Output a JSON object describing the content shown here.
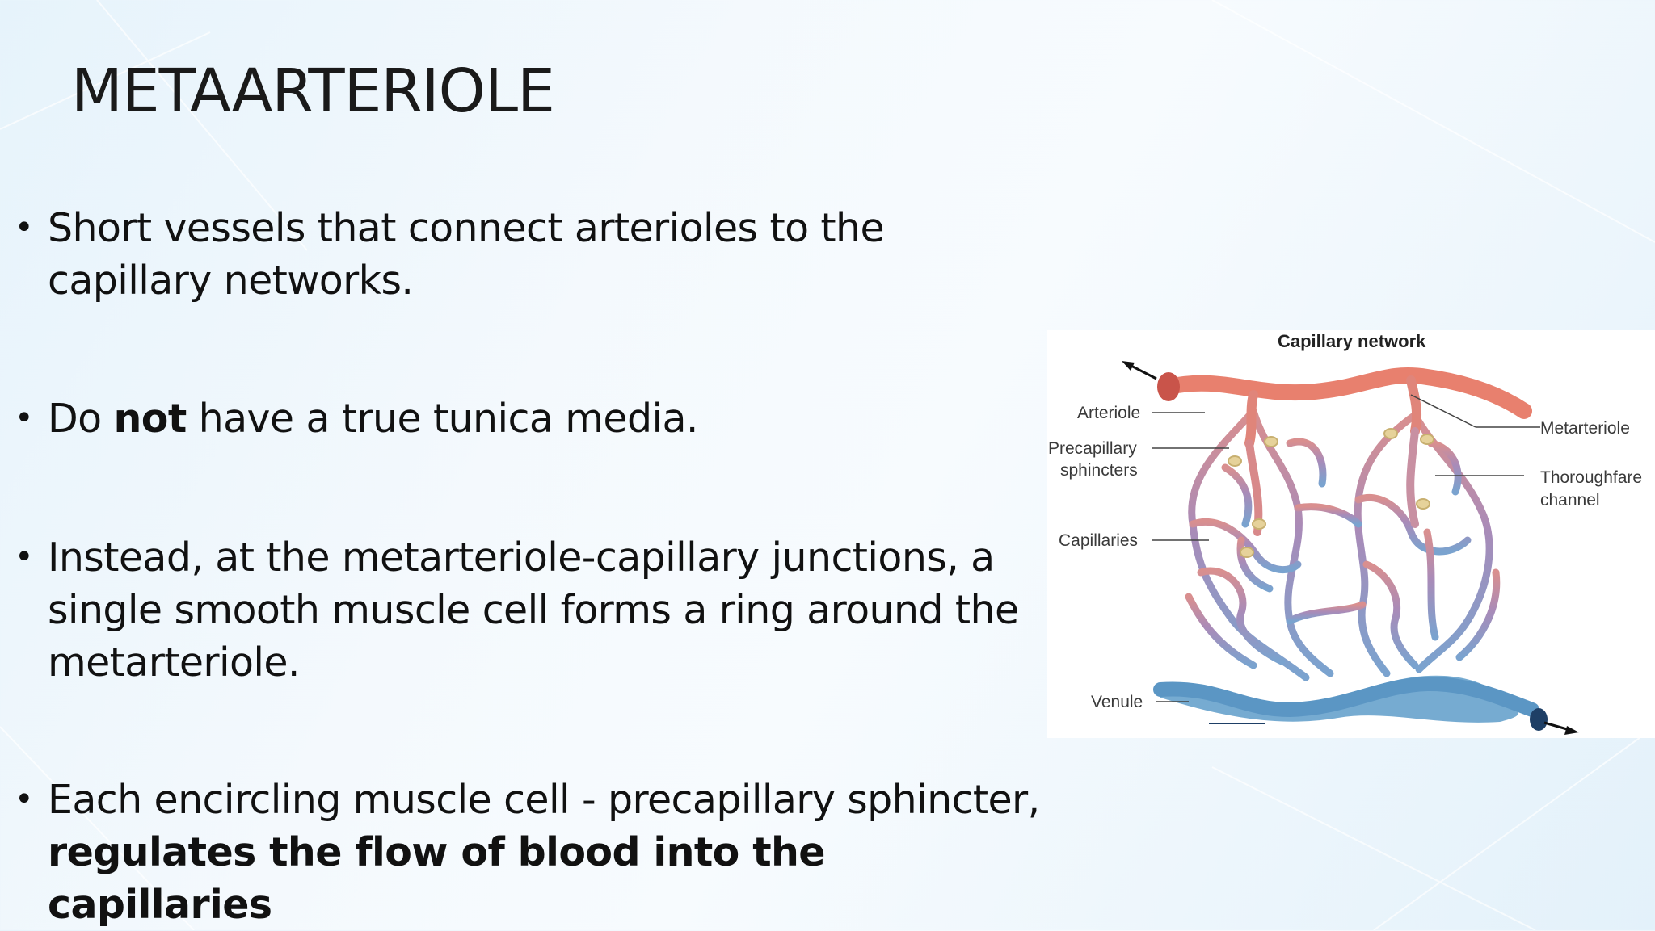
{
  "slide": {
    "title": "METAARTERIOLE",
    "bullets": [
      {
        "text": "Short vessels that connect arterioles to the capillary networks."
      },
      {
        "pre": "Do ",
        "bold": "not",
        "post": " have a true tunica media."
      },
      {
        "text": "Instead, at the metarteriole-capillary junctions, a single smooth muscle cell forms a ring around the metarteriole."
      },
      {
        "pre": "Each encircling muscle cell - precapillary sphincter,",
        "bold": "regulates the flow of blood into the capillaries"
      }
    ],
    "bullet_symbol": "•"
  },
  "figure": {
    "title": "Capillary network",
    "labels": {
      "arteriole": "Arteriole",
      "precapillary_line1": "Precapillary",
      "precapillary_line2": "sphincters",
      "capillaries": "Capillaries",
      "venule": "Venule",
      "metarteriole": "Metarteriole",
      "thoroughfare_line1": "Thoroughfare",
      "thoroughfare_line2": "channel"
    },
    "colors": {
      "arterial": "#e8806e",
      "venous": "#6fa7cf",
      "capillary": "#a88bb5",
      "sphincter": "#e6d29a"
    }
  }
}
